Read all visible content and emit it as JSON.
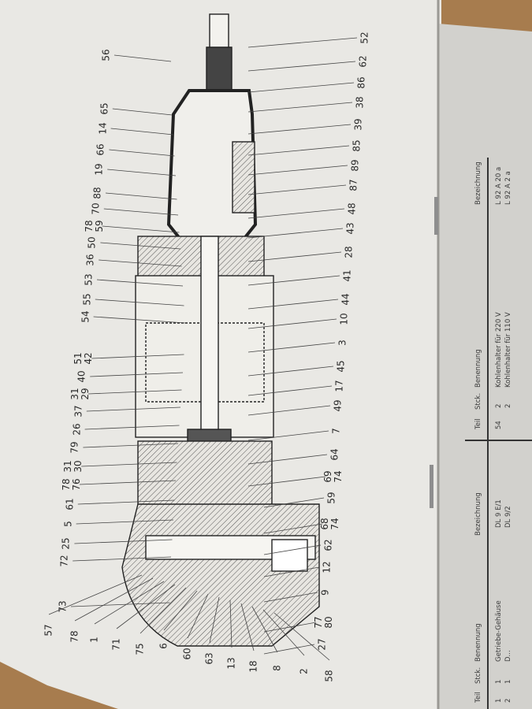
{
  "diagram": {
    "left_labels": [
      "56",
      "65",
      "14",
      "66",
      "19",
      "88",
      "70",
      "78 59",
      "50",
      "36",
      "53",
      "55",
      "54",
      "51 42",
      "40",
      "31 29",
      "37",
      "26",
      "79",
      "31 30",
      "78 76",
      "61",
      "5",
      "25",
      "72",
      "73"
    ],
    "bottom_labels": [
      "57",
      "78",
      "1",
      "71",
      "75",
      "6",
      "60",
      "63",
      "13",
      "18",
      "8",
      "2",
      "58"
    ],
    "right_labels": [
      "52",
      "62",
      "86",
      "38",
      "39",
      "85",
      "89",
      "87",
      "48",
      "43",
      "28",
      "41",
      "44",
      "10",
      "3",
      "45",
      "17",
      "49",
      "7",
      "64",
      "69 74",
      "59",
      "68 74",
      "62",
      "12",
      "9",
      "77 80",
      "27"
    ]
  },
  "parts_table": {
    "headers_left": {
      "teil": "Teil",
      "stck": "Stck.",
      "benennung": "Benennung",
      "bezeichnung": "Bezeichnung"
    },
    "headers_right": {
      "teil": "Teil",
      "stck": "Stck.",
      "benennung": "Benennung",
      "bezeichnung": "Bezeichnung"
    },
    "rows_left": [
      {
        "teil": "1",
        "stck": "1",
        "benennung": "Getriebe-Gehäuse",
        "bezeichnung": "DL 9 E/1"
      },
      {
        "teil": "2",
        "stck": "1",
        "benennung": "D...",
        "bezeichnung": "DL 9/2"
      }
    ],
    "rows_right": [
      {
        "teil": "54",
        "stck": "2",
        "benennung": "Kohlenhalter für 220 V",
        "bezeichnung": "L 92 A 20 a"
      },
      {
        "teil": "",
        "stck": "2",
        "benennung": "Kohlenhalter für 110 V",
        "bezeichnung": "L 92 A 2 a"
      }
    ]
  }
}
